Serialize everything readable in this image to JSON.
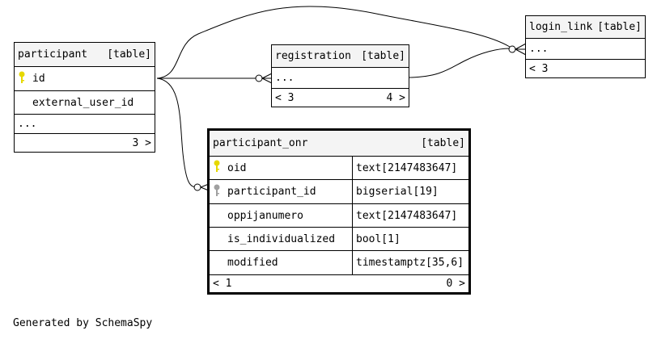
{
  "tables": {
    "participant": {
      "name": "participant",
      "kind": "[table]",
      "columns": [
        {
          "name": "id",
          "key": "primary"
        },
        {
          "name": "external_user_id"
        }
      ],
      "ellipsis": "...",
      "footer": {
        "children": "3 >"
      }
    },
    "registration": {
      "name": "registration",
      "kind": "[table]",
      "ellipsis": "...",
      "footer": {
        "parents": "< 3",
        "children": "4 >"
      }
    },
    "login_link": {
      "name": "login_link",
      "kind": "[table]",
      "ellipsis": "...",
      "footer": {
        "parents": "< 3"
      }
    },
    "participant_onr": {
      "name": "participant_onr",
      "kind": "[table]",
      "columns": [
        {
          "name": "oid",
          "type": "text[2147483647]",
          "key": "primary"
        },
        {
          "name": "participant_id",
          "type": "bigserial[19]",
          "key": "foreign"
        },
        {
          "name": "oppijanumero",
          "type": "text[2147483647]"
        },
        {
          "name": "is_individualized",
          "type": "bool[1]"
        },
        {
          "name": "modified",
          "type": "timestamptz[35,6]"
        }
      ],
      "footer": {
        "parents": "< 1",
        "children": "0 >"
      }
    }
  },
  "colors": {
    "primary_key": "#e6d800",
    "foreign_key": "#a0a0a0",
    "header_bg": "#f4f4f4"
  },
  "relationships": [
    {
      "from": "participant.id",
      "to": "registration"
    },
    {
      "from": "participant.id",
      "to": "login_link"
    },
    {
      "from": "participant.id",
      "to": "participant_onr.participant_id"
    }
  ],
  "caption": "Generated by SchemaSpy"
}
